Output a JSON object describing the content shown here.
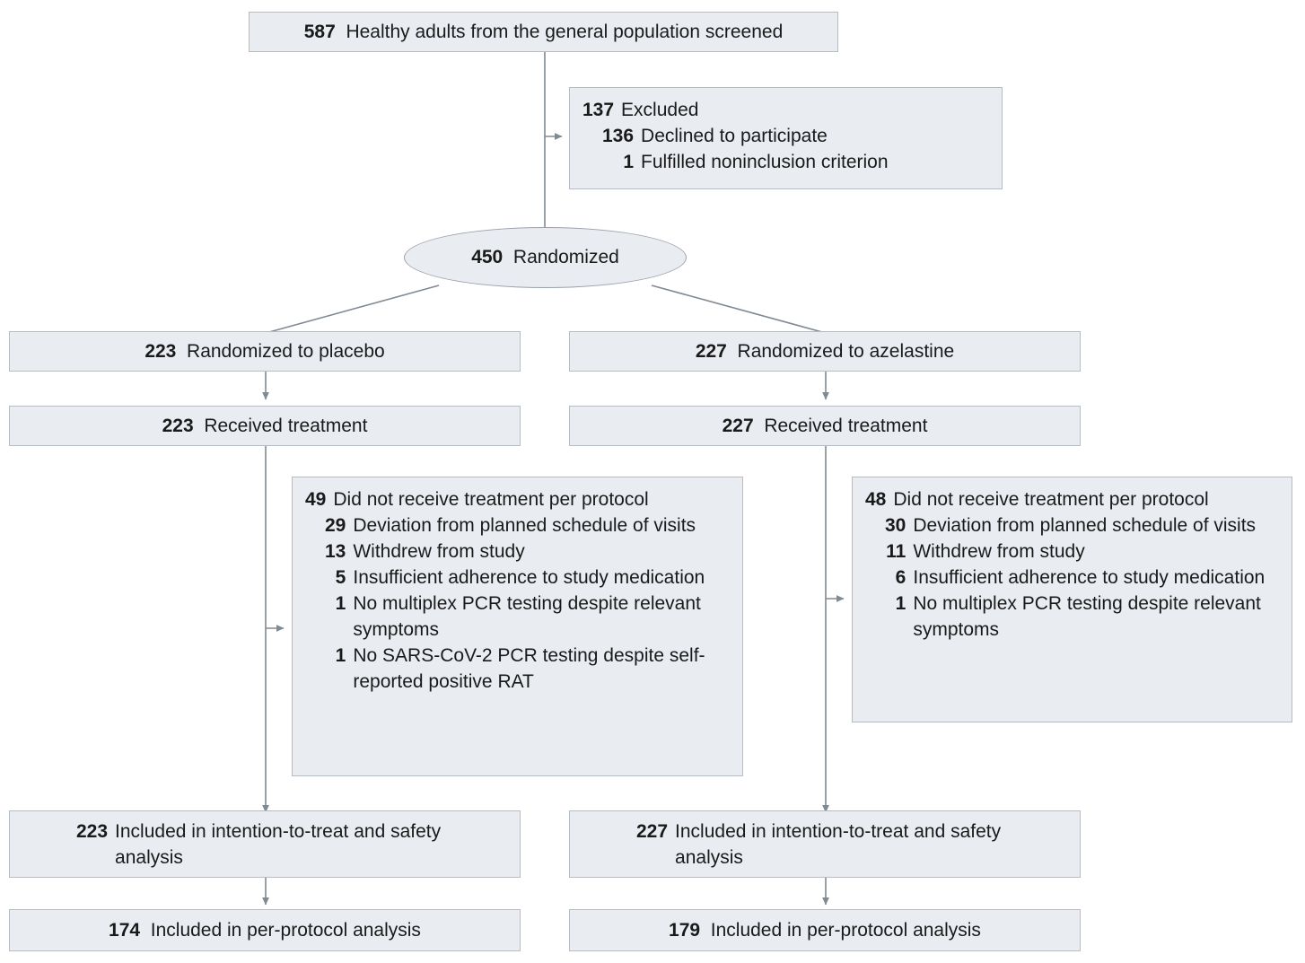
{
  "diagram": {
    "type": "consort-flow-diagram",
    "colors": {
      "box_fill": "#e9edf2",
      "box_border": "#b6bcc4",
      "connector": "#808a93",
      "text": "#1a1a1a"
    }
  },
  "screened": {
    "count": "587",
    "label": "Healthy adults from the general population screened"
  },
  "excluded": {
    "count": "137",
    "label": "Excluded",
    "reasons": [
      {
        "count": "136",
        "label": "Declined to participate"
      },
      {
        "count": "1",
        "label": "Fulfilled noninclusion criterion"
      }
    ]
  },
  "randomized": {
    "count": "450",
    "label": "Randomized"
  },
  "arms": [
    {
      "id": "placebo",
      "allocation": {
        "count": "223",
        "label": "Randomized to placebo"
      },
      "received": {
        "count": "223",
        "label": "Received treatment"
      },
      "protocol_deviations": {
        "count": "49",
        "label": "Did not receive treatment per protocol",
        "reasons": [
          {
            "count": "29",
            "label": "Deviation from planned schedule of visits"
          },
          {
            "count": "13",
            "label": "Withdrew from study"
          },
          {
            "count": "5",
            "label": "Insufficient adherence to study medication"
          },
          {
            "count": "1",
            "label": "No multiplex PCR testing despite relevant symptoms"
          },
          {
            "count": "1",
            "label": "No SARS-CoV-2 PCR testing despite self-reported positive RAT"
          }
        ]
      },
      "itt": {
        "count": "223",
        "label": "Included in intention-to-treat and safety analysis"
      },
      "per_protocol": {
        "count": "174",
        "label": "Included in per-protocol analysis"
      }
    },
    {
      "id": "azelastine",
      "allocation": {
        "count": "227",
        "label": "Randomized to azelastine"
      },
      "received": {
        "count": "227",
        "label": "Received treatment"
      },
      "protocol_deviations": {
        "count": "48",
        "label": "Did not receive treatment per protocol",
        "reasons": [
          {
            "count": "30",
            "label": "Deviation from planned schedule of visits"
          },
          {
            "count": "11",
            "label": "Withdrew from study"
          },
          {
            "count": "6",
            "label": "Insufficient adherence to study medication"
          },
          {
            "count": "1",
            "label": "No multiplex PCR testing despite relevant symptoms"
          }
        ]
      },
      "itt": {
        "count": "227",
        "label": "Included in intention-to-treat and safety analysis"
      },
      "per_protocol": {
        "count": "179",
        "label": "Included in per-protocol analysis"
      }
    }
  ]
}
